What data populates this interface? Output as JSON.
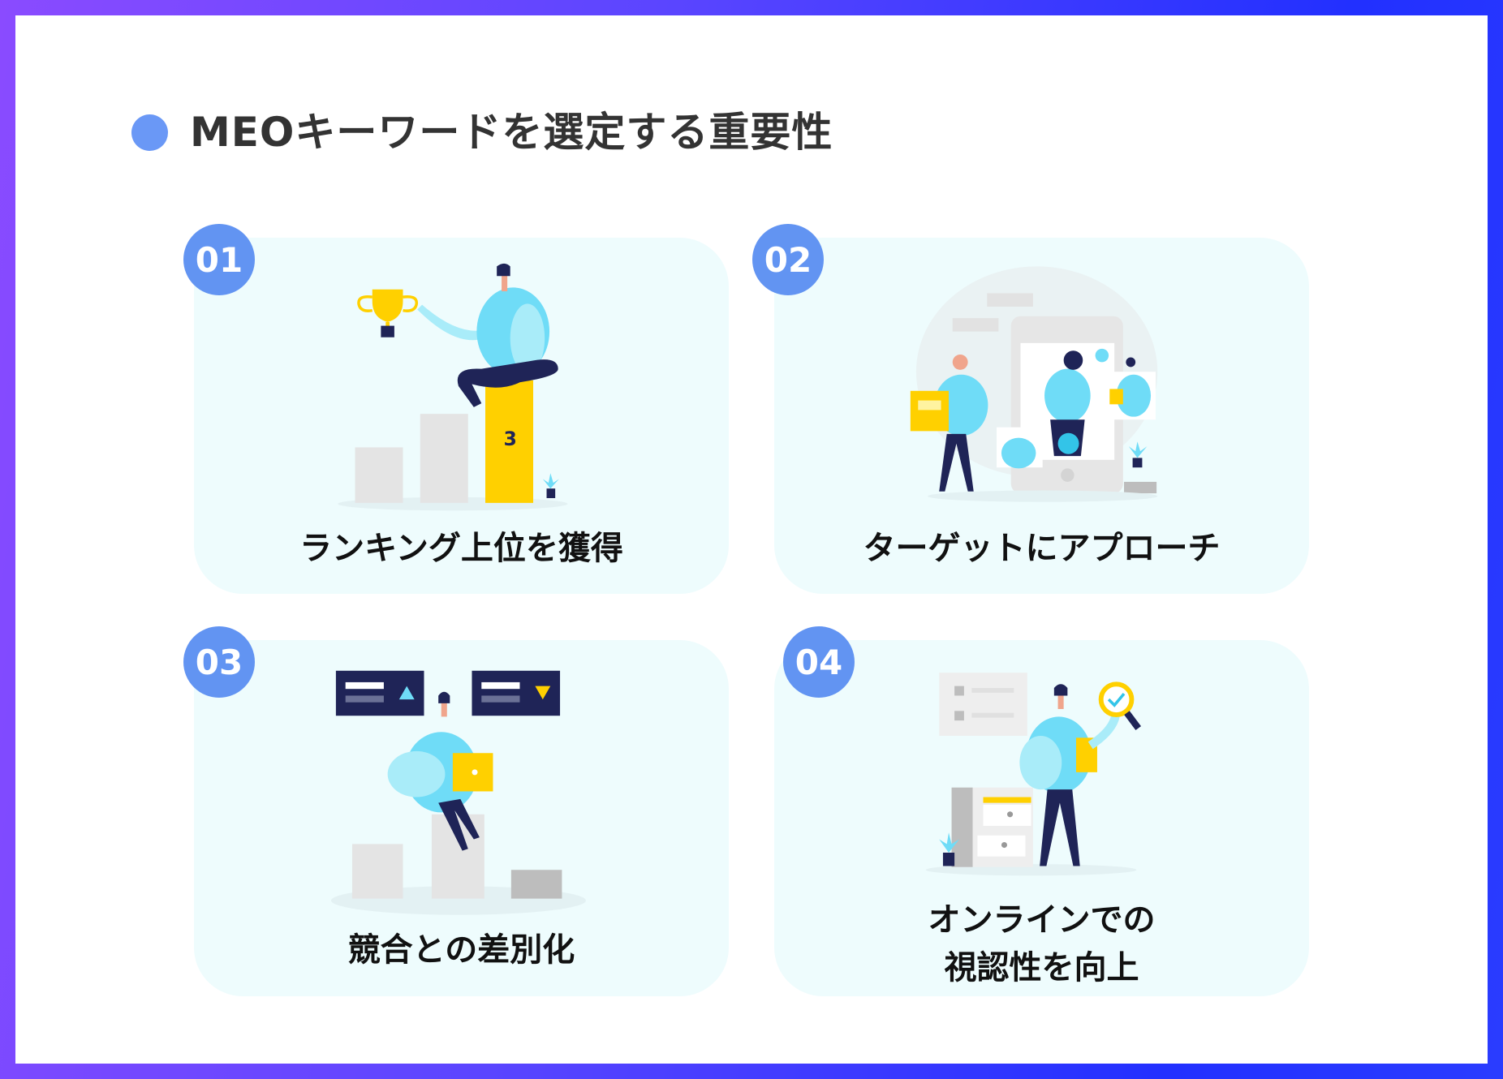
{
  "title": "MEOキーワードを選定する重要性",
  "colors": {
    "accent": "#6294f2",
    "card_bg": "#eefcfd",
    "yellow": "#ffd000",
    "navy": "#1f2457",
    "shirt": "#6fdcf7"
  },
  "cards": [
    {
      "number": "01",
      "label": "ランキング上位を獲得",
      "podium_number": "3",
      "illustration": "trophy-podium"
    },
    {
      "number": "02",
      "label": "ターゲットにアプローチ",
      "illustration": "people-phone"
    },
    {
      "number": "03",
      "label": "競合との差別化",
      "illustration": "comparison-laptop"
    },
    {
      "number": "04",
      "label_lines": [
        "オンラインでの",
        "視認性を向上"
      ],
      "illustration": "search-checklist"
    }
  ]
}
